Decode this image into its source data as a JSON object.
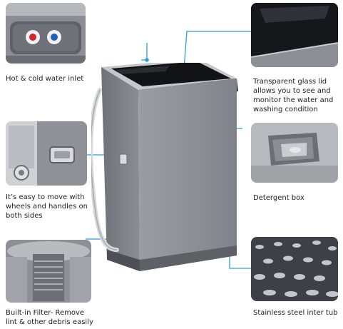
{
  "features": [
    {
      "caption": "Hot & cold water inlet",
      "icon": "water-inlet-icon"
    },
    {
      "caption": "Transparent glass lid\nallows you to see and\nmonitor the water and\nwashing condition",
      "icon": "glass-lid-icon"
    },
    {
      "caption": "It’s easy to move with\nwheels and handles on\nboth sides",
      "icon": "wheel-handle-icon"
    },
    {
      "caption": "Detergent box",
      "icon": "detergent-box-icon"
    },
    {
      "caption": "Built-in Filter- Remove\nlint & other debris easily",
      "icon": "filter-icon"
    },
    {
      "caption": "Stainless steel inter tub",
      "icon": "steel-tub-icon"
    }
  ],
  "colors": {
    "callout_line": "#2a9fd8",
    "cabinet": "#8f9399",
    "lid": "#101215",
    "control_panel_button": "#3bb6e6"
  }
}
